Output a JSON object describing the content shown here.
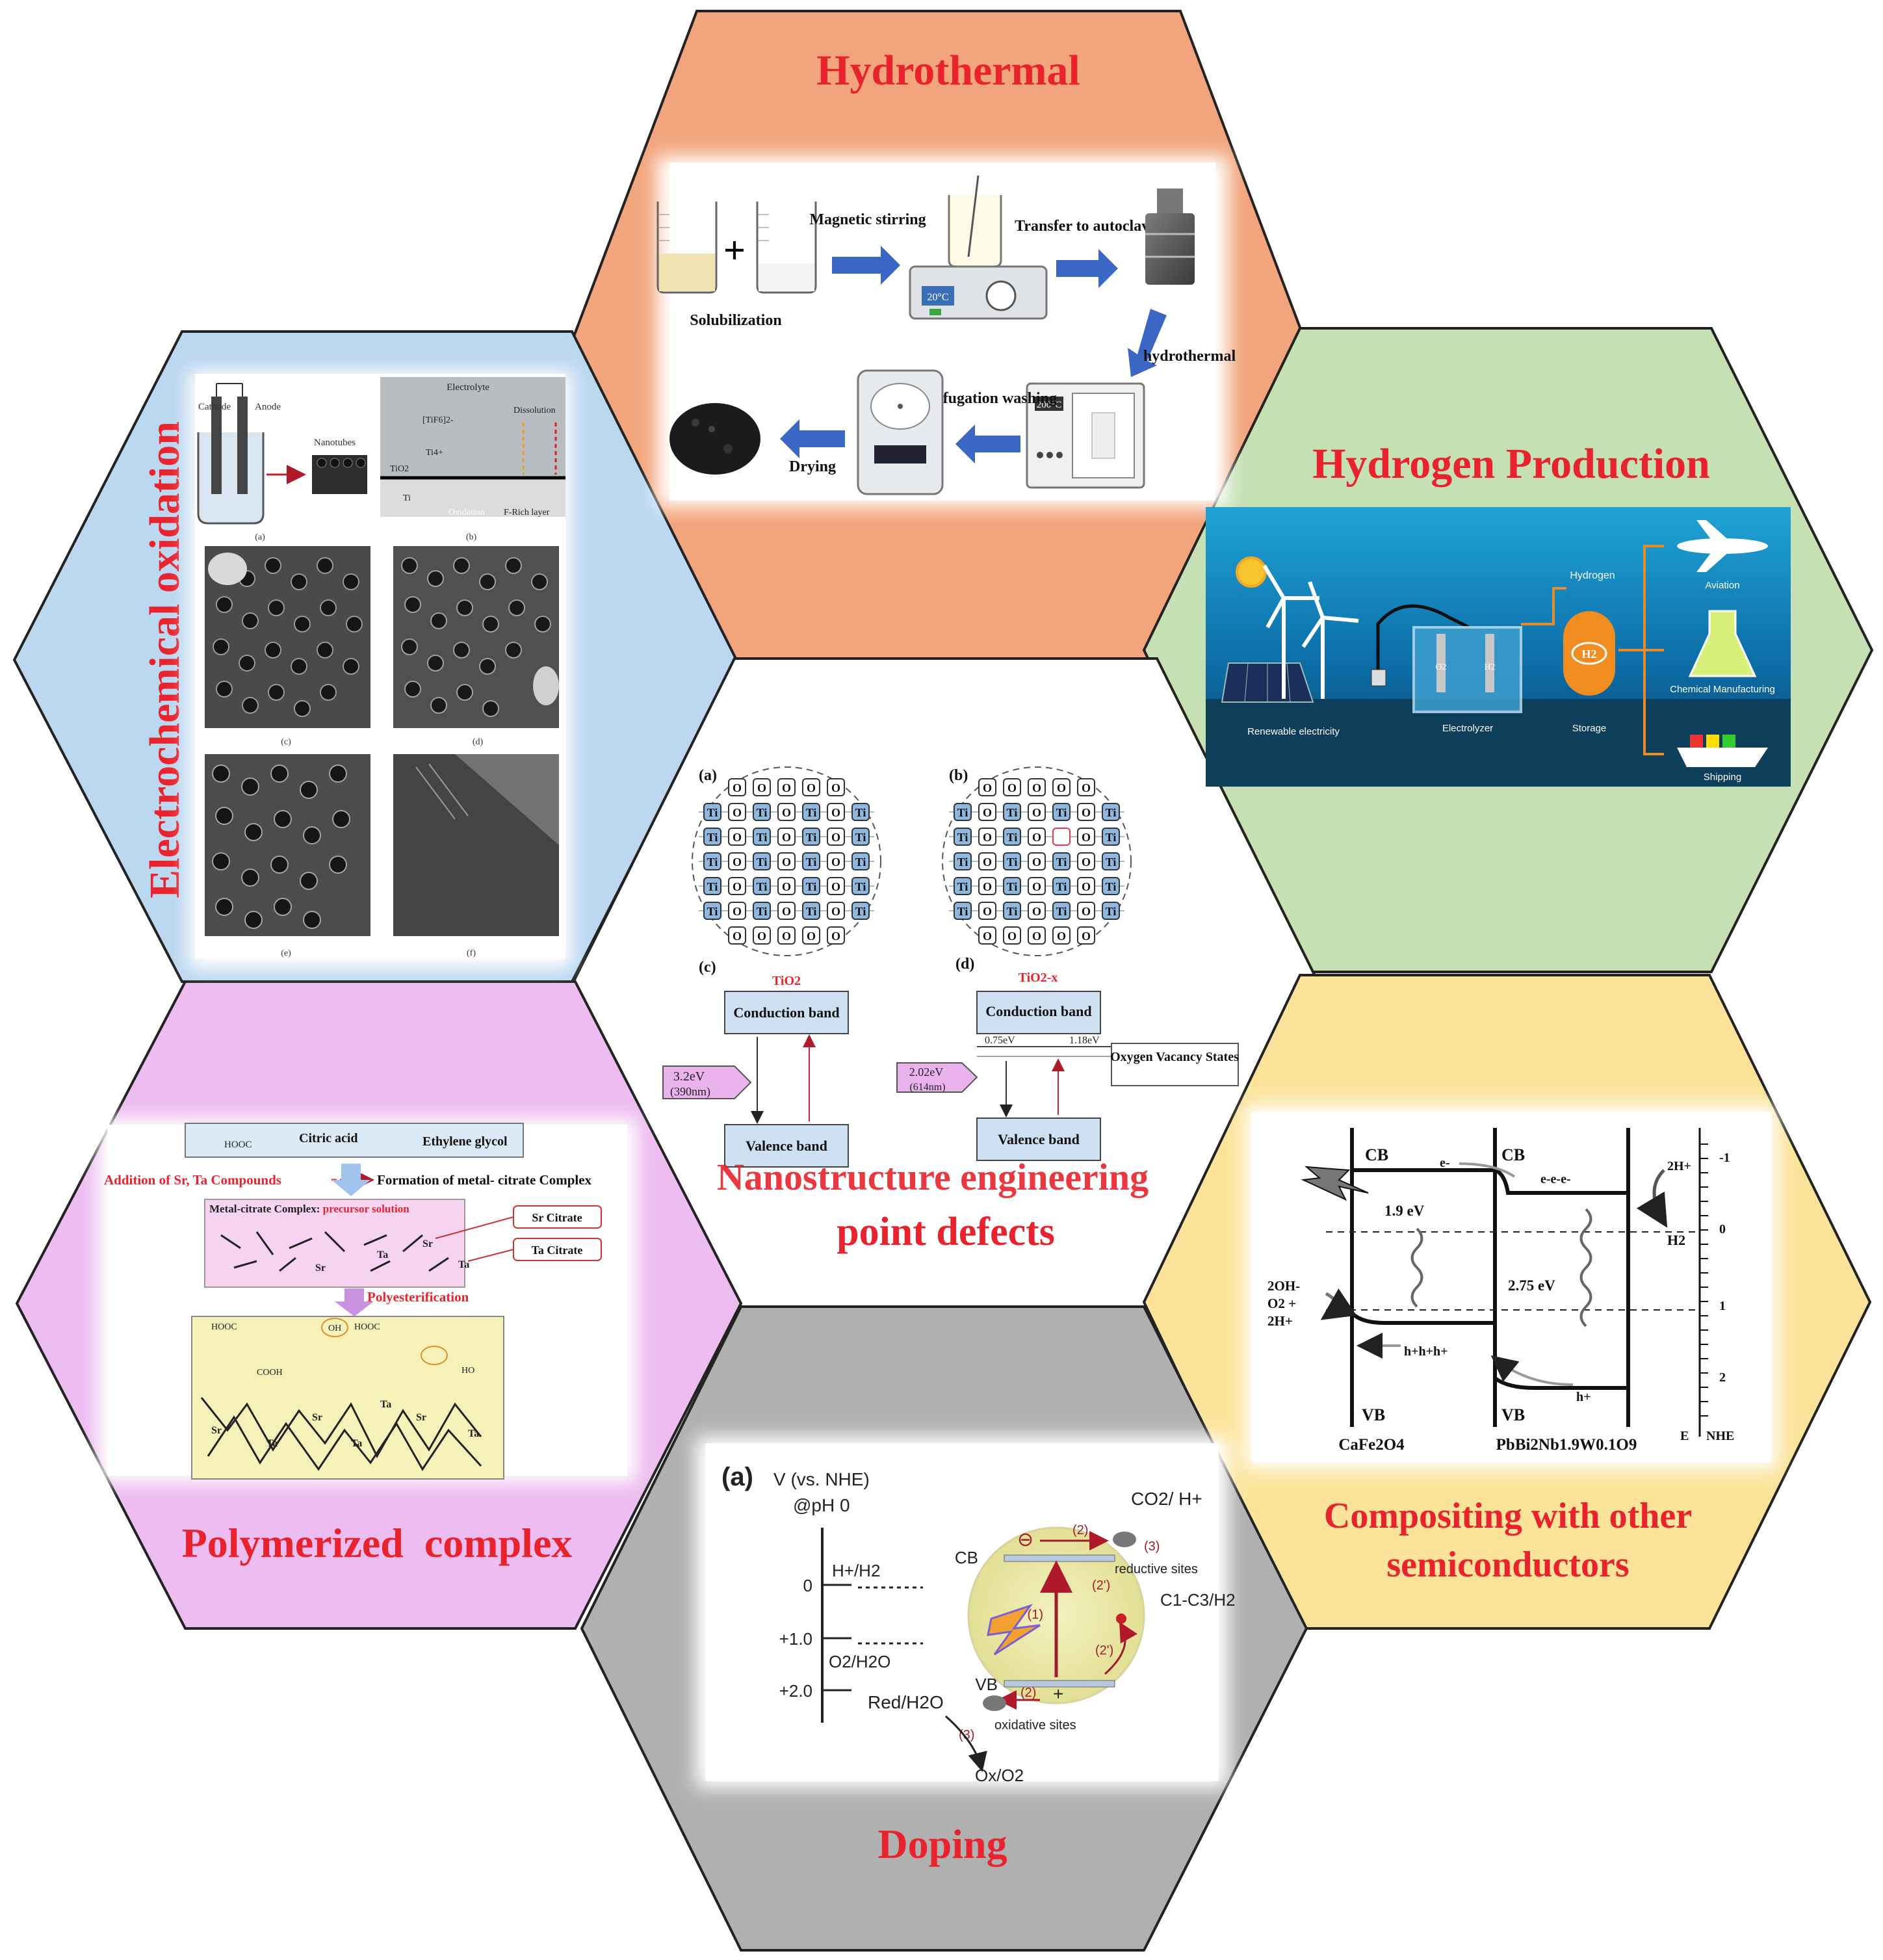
{
  "colors": {
    "hydrothermal": "#f2a57c",
    "electrochemical": "#bcd7f0",
    "hydrogen": "#c5e0b3",
    "polymerized": "#edbcf0",
    "compositing": "#fbe39a",
    "doping": "#b0b0b0",
    "center": "#ffffff",
    "title_red": "#e8232d",
    "arrow_blue": "#3a66c4"
  },
  "hydrothermal": {
    "title": "Hydrothermal",
    "plus": "+",
    "magnetic_stirring": "Magnetic stirring",
    "transfer": "Transfer to autoclave",
    "solubilization": "Solubilization",
    "hydrothermal_step": "hydrothermal",
    "centrifugation": "Centrifugation washing",
    "drying": "Drying",
    "stirrer_temp": "20°C",
    "oven_temp": "200°C"
  },
  "electrochemical": {
    "title": "Electrochemical oxidation",
    "cathode": "Cathode",
    "anode": "Anode",
    "nanotubes": "Nanotubes",
    "electrolyte": "Electrolyte",
    "tif6": "[TiF6]2-",
    "ti4": "Ti4+",
    "dissolution": "Dissolution",
    "tio2": "TiO2",
    "ti": "Ti",
    "oxidation": "Oxidation",
    "f_rich": "F-Rich layer",
    "panels": [
      "(a)",
      "(b)",
      "(c)",
      "(d)",
      "(e)",
      "(f)"
    ]
  },
  "hydrogen": {
    "title": "Hydrogen Production",
    "hydrogen_label": "Hydrogen",
    "renewable": "Renewable electricity",
    "electrolyzer": "Electrolyzer",
    "storage": "Storage",
    "aviation": "Aviation",
    "chemical": "Chemical Manufacturing",
    "shipping": "Shipping",
    "h2": "H2",
    "o2": "O2"
  },
  "center": {
    "title_line1": "Nanostructure engineering",
    "title_line2": "point defects",
    "panel_a": "(a)",
    "panel_b": "(b)",
    "panel_c": "(c)",
    "panel_d": "(d)",
    "ti": "Ti",
    "o": "O",
    "tio2": "TiO2",
    "tio2x": "TiO2-x",
    "cb": "Conduction band",
    "vb": "Valence band",
    "gap_c": "3.2eV",
    "gap_c_nm": "(390nm)",
    "gap_d": "2.02eV",
    "gap_d_nm": "(614nm)",
    "e075": "0.75eV",
    "e118": "1.18eV",
    "ovs": "Oxygen Vacancy States"
  },
  "polymerized": {
    "title": "Polymerized  complex",
    "citric": "Citric acid",
    "eg": "Ethylene glycol",
    "addition": "Addition of Sr, Ta Compounds",
    "formation": "Formation of metal- citrate Complex",
    "precursor_pre": "Metal-citrate Complex: ",
    "precursor_post": "precursor solution",
    "sr_citrate": "Sr Citrate",
    "ta_citrate": "Ta Citrate",
    "polyest": "Polyesterification",
    "sr": "Sr",
    "ta": "Ta",
    "hooc": "HOOC",
    "cooh": "COOH",
    "oh": "OH",
    "ho": "HO"
  },
  "compositing": {
    "title_line1": "Compositing with other",
    "title_line2": "semiconductors",
    "cb": "CB",
    "vb": "VB",
    "e1": "e-",
    "e3": "e-e-e-",
    "gap1": "1.9 eV",
    "gap2": "2.75 eV",
    "h3": "h+h+h+",
    "h1": "h+",
    "two_h": "2H+",
    "h2": "H2",
    "oh_line1": "2OH-",
    "oh_line2": "O2 +",
    "oh_line3": "2H+",
    "mat1": "CaFe2O4",
    "mat2": "PbBi2Nb1.9W0.1O9",
    "ticks": [
      "-1",
      "0",
      "1",
      "2"
    ],
    "axis": "E",
    "axis2": "NHE"
  },
  "doping": {
    "title": "Doping",
    "panel": "(a)",
    "axis_title": "V (vs. NHE)",
    "ph": "@pH 0",
    "h_h2": "H+/H2",
    "o2_h2o": "O2/H2O",
    "v0": "0",
    "v1": "+1.0",
    "v2": "+2.0",
    "cb": "CB",
    "vb": "VB",
    "co2": "CO2/ H+",
    "reductive": "reductive sites",
    "c1c3": "C1-C3/H2",
    "red": "Red/H2O",
    "oxidative": "oxidative sites",
    "ox": "Ox/O2",
    "s1": "(1)",
    "s2": "(2)",
    "s2p": "(2')",
    "s3": "(3)",
    "minus": "⊖",
    "plus": "+"
  }
}
